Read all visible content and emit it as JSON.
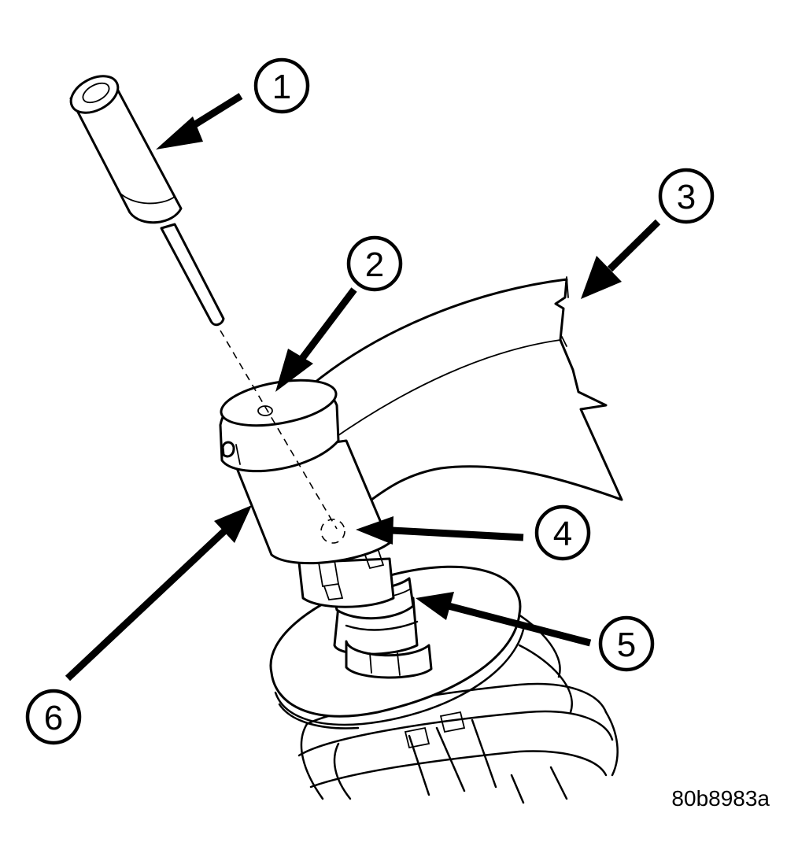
{
  "callouts": [
    {
      "id": "1",
      "label": "1",
      "target": "pin-punch"
    },
    {
      "id": "2",
      "label": "2",
      "target": "pin-hole-top"
    },
    {
      "id": "3",
      "label": "3",
      "target": "upper-arm"
    },
    {
      "id": "4",
      "label": "4",
      "target": "pin-hole-side"
    },
    {
      "id": "5",
      "label": "5",
      "target": "shock-rod"
    },
    {
      "id": "6",
      "label": "6",
      "target": "mount-bushing"
    }
  ],
  "figure_id": "80b8983a",
  "colors": {
    "ink": "#000000",
    "paper": "#ffffff"
  }
}
